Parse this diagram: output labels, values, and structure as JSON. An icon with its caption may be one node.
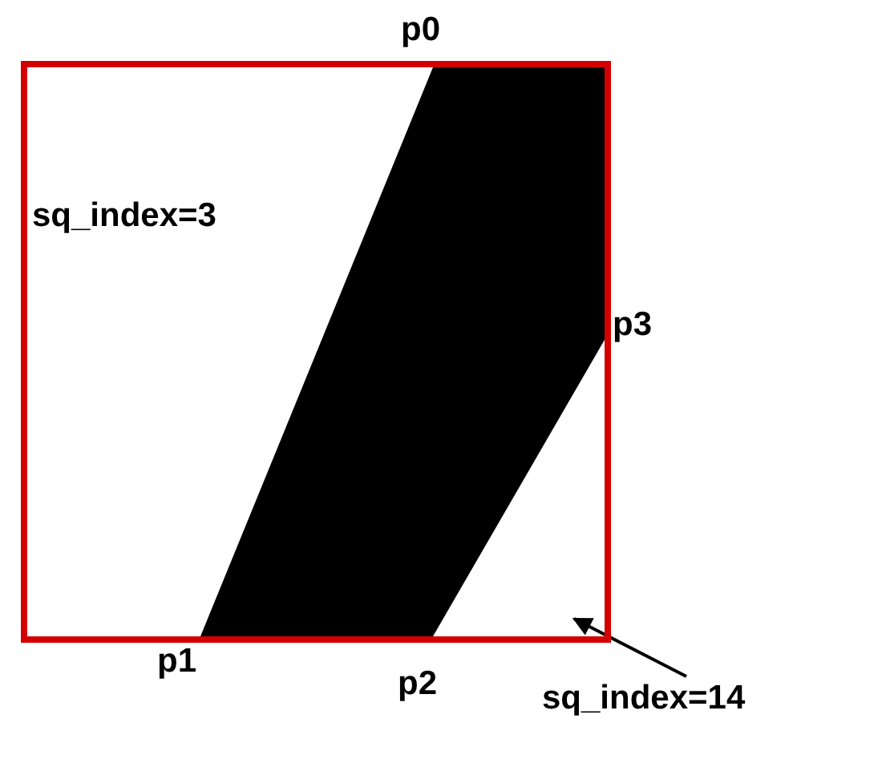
{
  "diagram": {
    "nodes": [
      {
        "text": [
          "sq_index=3"
        ],
        "beside": [
          "p0",
          "p3",
          "p1",
          "p2"
        ]
      },
      {
        "text": [
          "sq_index=14"
        ]
      }
    ],
    "edges": [
      {
        "from": 1,
        "to": 0,
        "arrow": "to"
      }
    ]
  }
}
